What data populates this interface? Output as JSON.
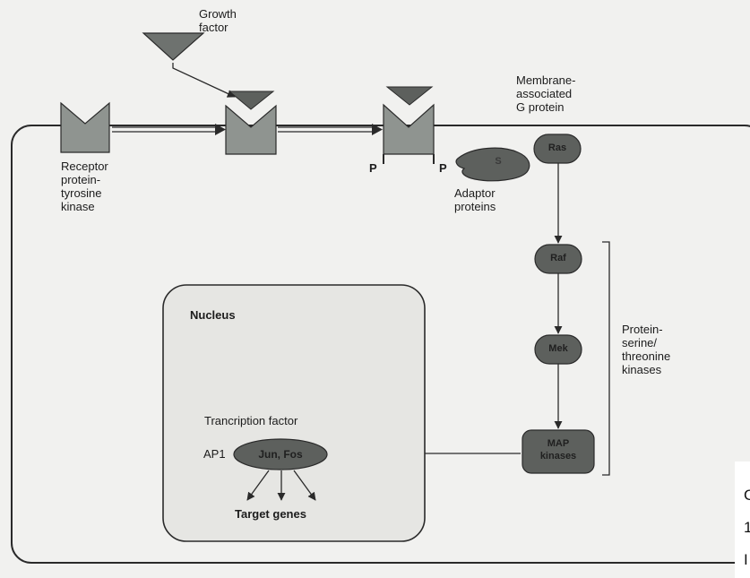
{
  "labels": {
    "growth_factor": "Growth\nfactor",
    "receptor": "Receptor\nprotein-\ntyrosine\nkinase",
    "g_protein": "Membrane-\nassociated\nG protein",
    "phospho_left": "P",
    "phospho_right": "P",
    "adaptor": "Adaptor\nproteins",
    "adaptor_inner": "S",
    "ras": "Ras",
    "raf": "Raf",
    "mek": "Mek",
    "map": "MAP\nkinases",
    "protein_kinases": "Protein-\nserine/\nthreonine\nkinases",
    "nucleus": "Nucleus",
    "transcription_factor": "Trancription factor",
    "ap1": "AP1",
    "jun_fos": "Jun, Fos",
    "target_genes": "Target genes"
  },
  "caption": {
    "line1": "C",
    "line2": "1",
    "line3": "I"
  },
  "colors": {
    "background": "#f1f1ef",
    "outline": "#2a2a2a",
    "receptor_fill": "#8f9490",
    "factor_fill": "#6e726f",
    "node_fill": "#5d605d",
    "nucleus_fill": "#e6e6e3"
  }
}
